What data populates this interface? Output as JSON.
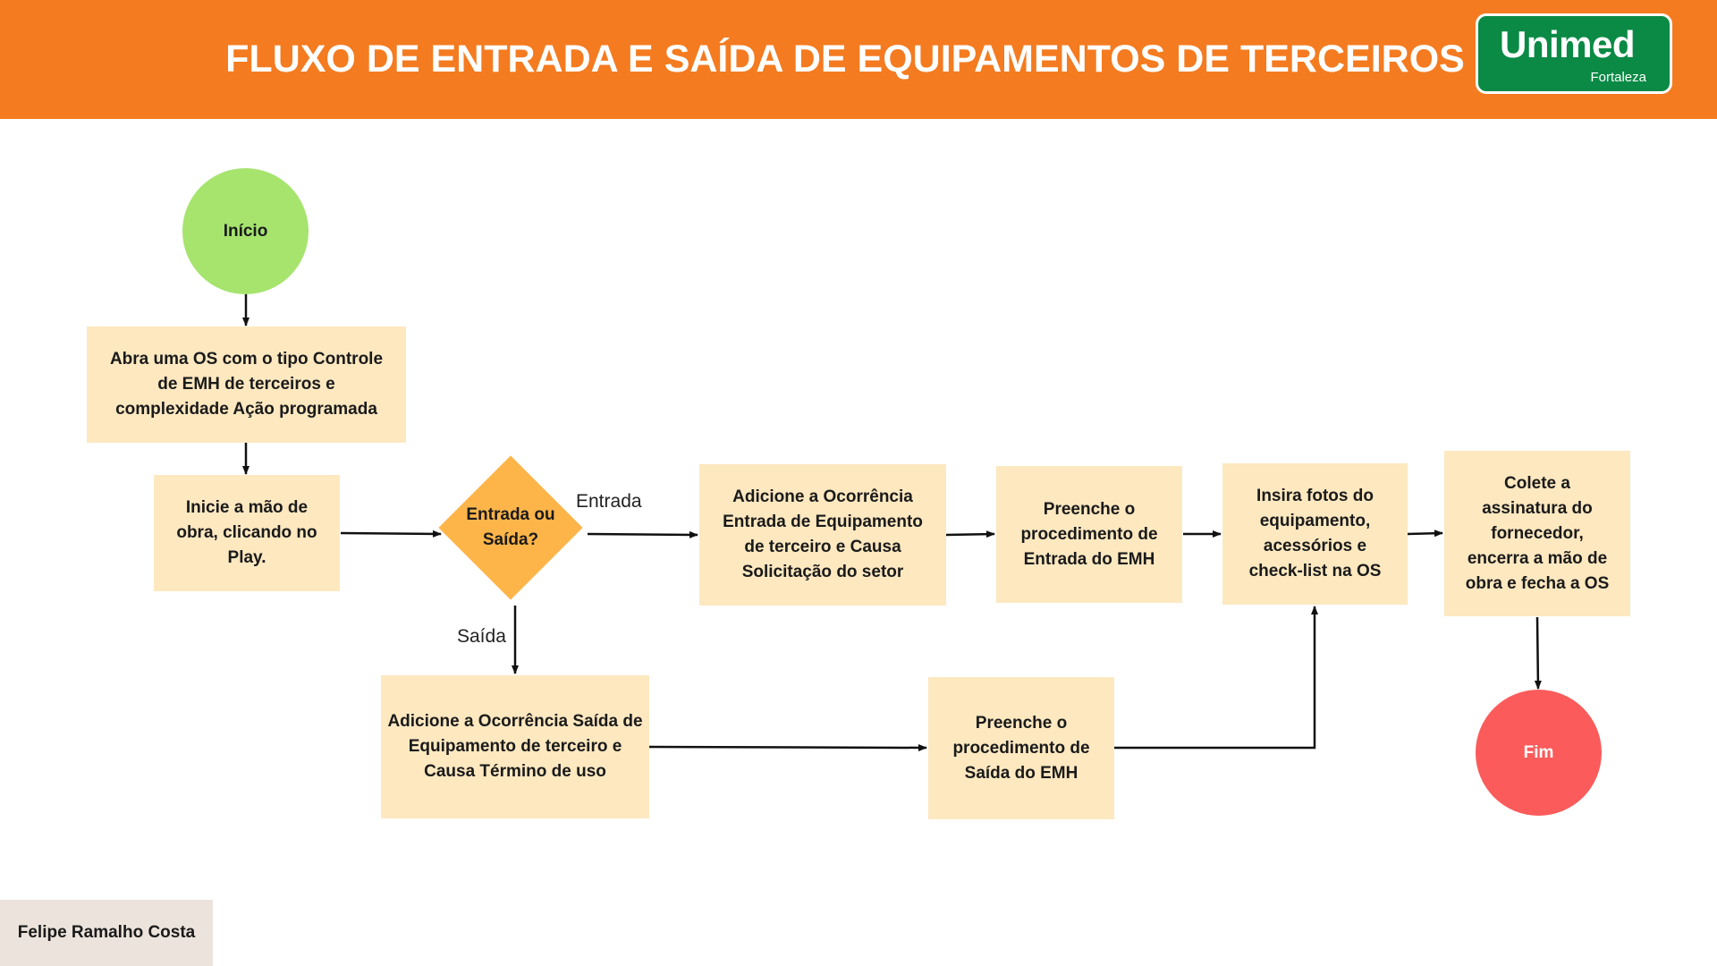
{
  "header": {
    "title": "FLUXO DE ENTRADA E SAÍDA DE EQUIPAMENTOS DE TERCEIROS",
    "background": "#f47b20",
    "logo": {
      "name": "Unimed",
      "subtitle": "Fortaleza",
      "color": "#0a8a45"
    }
  },
  "flow": {
    "start": "Início",
    "open_os": "Abra uma OS com o tipo Controle de EMH de terceiros e complexidade Ação programada",
    "start_labor": "Inicie a mão de obra, clicando no Play.",
    "decision": "Entrada ou Saída?",
    "label_entrada": "Entrada",
    "label_saida": "Saída",
    "add_entrada": "Adicione a Ocorrência Entrada de Equipamento de terceiro e Causa Solicitação do setor",
    "fill_entrada": "Preenche o procedimento de Entrada do EMH",
    "add_saida": "Adicione a Ocorrência Saída de Equipamento de terceiro e Causa Término de uso",
    "fill_saida": "Preenche o procedimento de Saída do EMH",
    "photos": "Insira fotos do equipamento, acessórios e check-list na OS",
    "signature": "Colete a assinatura do fornecedor, encerra a mão de obra e fecha a OS",
    "end": "Fim"
  },
  "colors": {
    "process": "#fde8c0",
    "start": "#a6e46e",
    "end": "#fb5b5b",
    "decision": "#fdb54a"
  },
  "footer": {
    "author": "Felipe Ramalho Costa"
  }
}
